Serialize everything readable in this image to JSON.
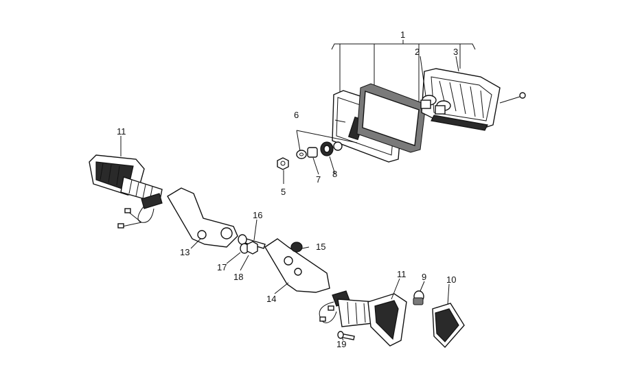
{
  "callouts": {
    "c1": "1",
    "c2": "2",
    "c3": "3",
    "c5": "5",
    "c6": "6",
    "c7": "7",
    "c8": "8",
    "c9": "9",
    "c10": "10",
    "c11a": "11",
    "c11b": "11",
    "c13": "13",
    "c14": "14",
    "c15": "15",
    "c16": "16",
    "c17": "17",
    "c18": "18",
    "c19": "19"
  }
}
